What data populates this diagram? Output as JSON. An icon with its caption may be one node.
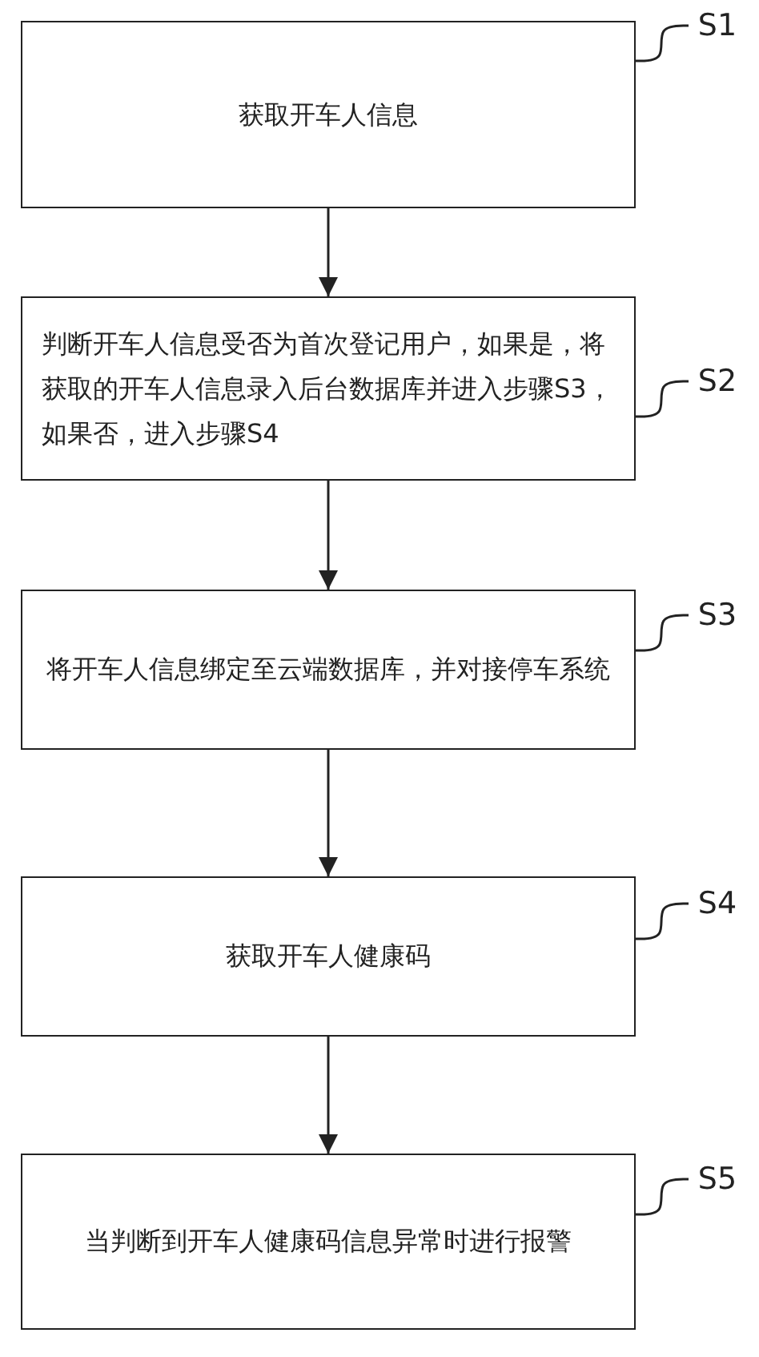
{
  "diagram": {
    "nodes": [
      {
        "text": [
          "获取开车人信息"
        ]
      },
      {
        "text": [
          "S1"
        ]
      },
      {
        "text": [
          "判断开车人信息受否为首次登记用户，如果是，将获取的开车人信息录入后台数据库并进入步骤S3，如果否，进入步骤S4"
        ]
      },
      {
        "text": [
          "S2"
        ]
      },
      {
        "text": [
          "将开车人信息绑定至云端数据库，并对接停车系统"
        ]
      },
      {
        "text": [
          "S3"
        ]
      },
      {
        "text": [
          "获取开车人健康码"
        ]
      },
      {
        "text": [
          "S4"
        ]
      },
      {
        "text": [
          "当判断到开车人健康码信息异常时进行报警"
        ]
      },
      {
        "text": [
          "S5"
        ]
      }
    ],
    "edges": [
      {
        "from": 0,
        "to": 2,
        "arrow": "to"
      },
      {
        "from": 2,
        "to": 4,
        "arrow": "to"
      },
      {
        "from": 4,
        "to": 6,
        "arrow": "to"
      },
      {
        "from": 6,
        "to": 8,
        "arrow": "to"
      },
      {
        "from": 1,
        "to": 0,
        "arrow": "none"
      },
      {
        "from": 3,
        "to": 2,
        "arrow": "none"
      },
      {
        "from": 5,
        "to": 4,
        "arrow": "none"
      },
      {
        "from": 7,
        "to": 6,
        "arrow": "none"
      },
      {
        "from": 9,
        "to": 8,
        "arrow": "none"
      }
    ]
  }
}
